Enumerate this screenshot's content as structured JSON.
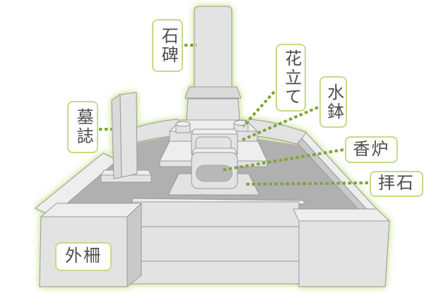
{
  "diagram": {
    "subject_labels": [
      {
        "id": "stone-monument",
        "text": "石碑",
        "orientation": "vertical"
      },
      {
        "id": "grave-epitaph",
        "text": "墓誌",
        "orientation": "vertical"
      },
      {
        "id": "flower-stand",
        "text": "花立て",
        "orientation": "vertical"
      },
      {
        "id": "water-basin",
        "text": "水鉢",
        "orientation": "vertical"
      },
      {
        "id": "incense-burner",
        "text": "香炉",
        "orientation": "horizontal"
      },
      {
        "id": "worship-stone",
        "text": "拝石",
        "orientation": "horizontal"
      },
      {
        "id": "outer-fence",
        "text": "外柵",
        "orientation": "horizontal"
      }
    ],
    "colors": {
      "background": "#ffffff",
      "label_border": "#c3dd82",
      "label_text": "#4d4d4d",
      "connector_line": "#7fa43a",
      "glow": "#cfe9a0",
      "stone_light": "#e3e3e3",
      "stone_top": "#eeeeee",
      "stone_mid": "#d9d9d9",
      "stone_shaded": "#c9c9c9",
      "ground": "#b0b0b0",
      "hole": "#b8b8b8",
      "outline": "#999999"
    }
  }
}
